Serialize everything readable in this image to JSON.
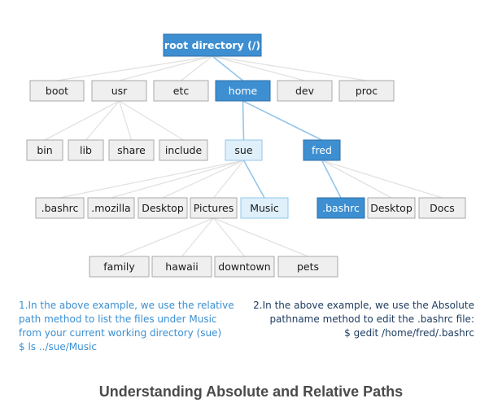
{
  "colors": {
    "active_fill": "#3d8fd1",
    "active_text": "#ffffff",
    "highlight_fill": "#dff0fb",
    "default_fill": "#efefef",
    "border": "#a8a8a8",
    "active_border": "#2e6fa8",
    "edge": "#e2e2e2",
    "edge_highlight": "#93c6eb",
    "relative_note": "#3a8fd2",
    "absolute_note": "#1b3a5e"
  },
  "tree": {
    "nodes": [
      {
        "id": "root",
        "label": "root directory (/)",
        "style": "active"
      },
      {
        "id": "boot",
        "label": "boot",
        "style": "default"
      },
      {
        "id": "usr",
        "label": "usr",
        "style": "default"
      },
      {
        "id": "etc",
        "label": "etc",
        "style": "default"
      },
      {
        "id": "home",
        "label": "home",
        "style": "active"
      },
      {
        "id": "dev",
        "label": "dev",
        "style": "default"
      },
      {
        "id": "proc",
        "label": "proc",
        "style": "default"
      },
      {
        "id": "bin",
        "label": "bin",
        "style": "default"
      },
      {
        "id": "lib",
        "label": "lib",
        "style": "default"
      },
      {
        "id": "share",
        "label": "share",
        "style": "default"
      },
      {
        "id": "include",
        "label": "include",
        "style": "default"
      },
      {
        "id": "sue",
        "label": "sue",
        "style": "highlight"
      },
      {
        "id": "fred",
        "label": "fred",
        "style": "active"
      },
      {
        "id": "sue_bashrc",
        "label": ".bashrc",
        "style": "default"
      },
      {
        "id": "mozilla",
        "label": ".mozilla",
        "style": "default"
      },
      {
        "id": "sue_desktop",
        "label": "Desktop",
        "style": "default"
      },
      {
        "id": "pictures",
        "label": "Pictures",
        "style": "default"
      },
      {
        "id": "music",
        "label": "Music",
        "style": "highlight"
      },
      {
        "id": "fred_bashrc",
        "label": ".bashrc",
        "style": "active"
      },
      {
        "id": "fred_desktop",
        "label": "Desktop",
        "style": "default"
      },
      {
        "id": "docs",
        "label": "Docs",
        "style": "default"
      },
      {
        "id": "family",
        "label": "family",
        "style": "default"
      },
      {
        "id": "hawaii",
        "label": "hawaii",
        "style": "default"
      },
      {
        "id": "downtown",
        "label": "downtown",
        "style": "default"
      },
      {
        "id": "pets",
        "label": "pets",
        "style": "default"
      }
    ],
    "edges": [
      {
        "from": "root",
        "to": "boot",
        "highlight": false
      },
      {
        "from": "root",
        "to": "usr",
        "highlight": false
      },
      {
        "from": "root",
        "to": "etc",
        "highlight": false
      },
      {
        "from": "root",
        "to": "home",
        "highlight": true
      },
      {
        "from": "root",
        "to": "dev",
        "highlight": false
      },
      {
        "from": "root",
        "to": "proc",
        "highlight": false
      },
      {
        "from": "usr",
        "to": "bin",
        "highlight": false
      },
      {
        "from": "usr",
        "to": "lib",
        "highlight": false
      },
      {
        "from": "usr",
        "to": "share",
        "highlight": false
      },
      {
        "from": "usr",
        "to": "include",
        "highlight": false
      },
      {
        "from": "home",
        "to": "sue",
        "highlight": true
      },
      {
        "from": "home",
        "to": "fred",
        "highlight": true
      },
      {
        "from": "sue",
        "to": "sue_bashrc",
        "highlight": false
      },
      {
        "from": "sue",
        "to": "mozilla",
        "highlight": false
      },
      {
        "from": "sue",
        "to": "sue_desktop",
        "highlight": false
      },
      {
        "from": "sue",
        "to": "pictures",
        "highlight": false
      },
      {
        "from": "sue",
        "to": "music",
        "highlight": true
      },
      {
        "from": "fred",
        "to": "fred_bashrc",
        "highlight": true
      },
      {
        "from": "fred",
        "to": "fred_desktop",
        "highlight": false
      },
      {
        "from": "fred",
        "to": "docs",
        "highlight": false
      },
      {
        "from": "pictures",
        "to": "family",
        "highlight": false
      },
      {
        "from": "pictures",
        "to": "hawaii",
        "highlight": false
      },
      {
        "from": "pictures",
        "to": "downtown",
        "highlight": false
      },
      {
        "from": "pictures",
        "to": "pets",
        "highlight": false
      }
    ]
  },
  "notes": {
    "relative": [
      "1.In the above example, we use the relative",
      "path method to list the files under Music",
      "from your current working directory (sue)",
      "$ ls ../sue/Music"
    ],
    "absolute": [
      "2.In the above example, we use the Absolute",
      "pathname method to edit the .bashrc file:",
      "$ gedit /home/fred/.bashrc"
    ]
  },
  "title": "Understanding Absolute and Relative Paths"
}
